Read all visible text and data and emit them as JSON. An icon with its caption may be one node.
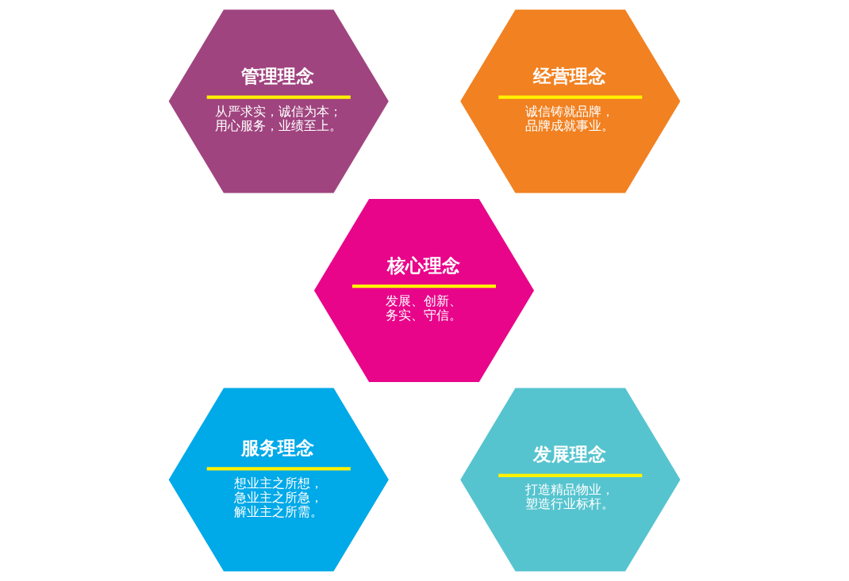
{
  "diagram": {
    "nodes": [
      {
        "text": [
          "管理理念",
          "从严求实，诚信为本；用心服务，业绩至上。"
        ]
      },
      {
        "text": [
          "经营理念",
          "诚信铸就品牌，品牌成就事业。"
        ]
      },
      {
        "text": [
          "核心理念",
          "发展、创新、务实、守信。"
        ]
      },
      {
        "text": [
          "服务理念",
          "想业主之所想，急业主之所急，解业主之所需。"
        ]
      },
      {
        "text": [
          "发展理念",
          "打造精品物业，塑造行业标杆。"
        ]
      }
    ]
  }
}
